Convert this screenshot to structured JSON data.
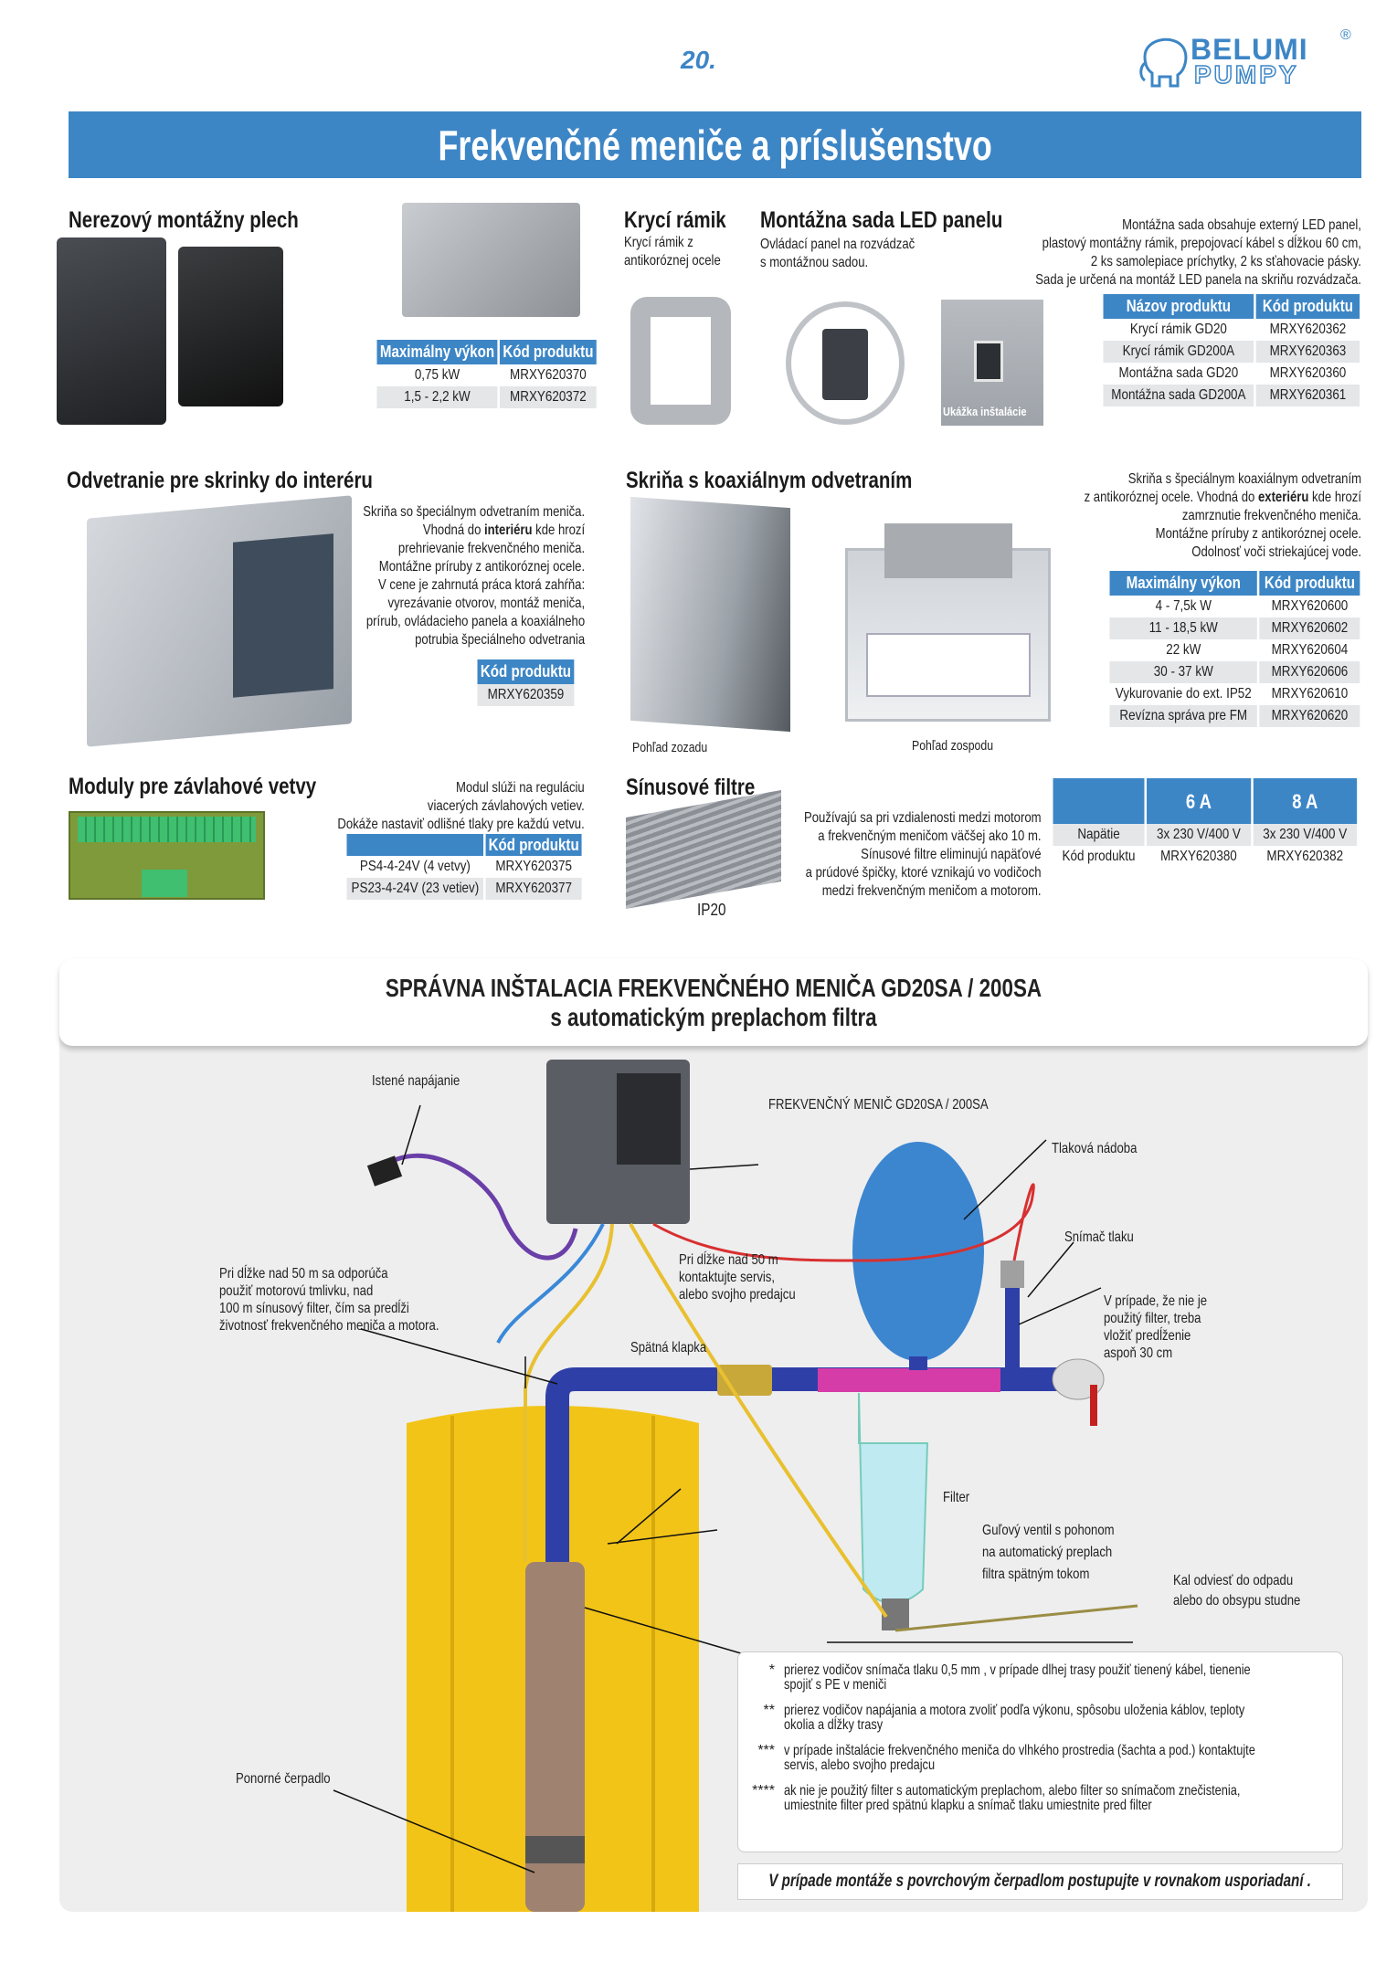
{
  "page_number": "20.",
  "logo": {
    "line1": "BELUMI",
    "line2": "PUMPY",
    "reg": "®"
  },
  "title": "Frekvenčné meniče a príslušenstvo",
  "plate": {
    "heading": "Nerezový montážny plech",
    "headers": [
      "Maximálny výkon",
      "Kód produktu"
    ],
    "rows": [
      [
        "0,75 kW",
        "MRXY620370"
      ],
      [
        "1,5 - 2,2 kW",
        "MRXY620372"
      ]
    ]
  },
  "frame": {
    "heading": "Krycí rámik",
    "desc": [
      "Krycí rámik z",
      "antikoróznej ocele"
    ]
  },
  "led": {
    "heading": "Montážna sada LED panelu",
    "desc": [
      "Ovládací panel na rozvádzač",
      "s montážnou sadou."
    ],
    "install_caption": "Ukážka inštalácie",
    "info": [
      "Montážna sada obsahuje externý LED panel,",
      "plastový montážny rámik, prepojovací kábel s dĺžkou 60 cm,",
      "2 ks samolepiace príchytky, 2 ks sťahovacie pásky.",
      "Sada je určená na montáž LED panela na skriňu rozvádzača."
    ],
    "headers": [
      "Názov produktu",
      "Kód produktu"
    ],
    "rows": [
      [
        "Krycí rámik GD20",
        "MRXY620362"
      ],
      [
        "Krycí rámik GD200A",
        "MRXY620363"
      ],
      [
        "Montážna sada GD20",
        "MRXY620360"
      ],
      [
        "Montážna sada GD200A",
        "MRXY620361"
      ]
    ]
  },
  "interior": {
    "heading": "Odvetranie pre skrinky do interéru",
    "desc": [
      "Skriňa so špeciálnym odvetraním meniča.",
      "Vhodná do |interiéru| kde hrozí",
      "prehrievanie frekvenčného meniča.",
      "Montážne príruby z antikoróznej ocele.",
      "V cene je zahrnutá práca ktorá zahŕňa:",
      "vyrezávanie otvorov, montáž meniča,",
      "prírub, ovládacieho panela a koaxiálneho",
      "potrubia špeciálneho odvetrania"
    ],
    "header": "Kód produktu",
    "code": "MRXY620359"
  },
  "coax": {
    "heading": "Skriňa s koaxiálnym odvetraním",
    "caption_back": "Pohľad zozadu",
    "caption_bottom": "Pohľad zospodu",
    "desc": [
      "Skriňa s špeciálnym koaxiálnym odvetraním",
      "z antikoróznej ocele. Vhodná do |exteriéru| kde hrozí",
      "zamrznutie frekvenčného meniča.",
      "Montážne príruby z antikoróznej ocele.",
      "Odolnosť voči striekajúcej vode."
    ],
    "headers": [
      "Maximálny výkon",
      "Kód produktu"
    ],
    "rows": [
      [
        "4 - 7,5k W",
        "MRXY620600"
      ],
      [
        "11 - 18,5 kW",
        "MRXY620602"
      ],
      [
        "22 kW",
        "MRXY620604"
      ],
      [
        "30 - 37 kW",
        "MRXY620606"
      ],
      [
        "Vykurovanie do ext. IP52",
        "MRXY620610"
      ],
      [
        "Revízna správa pre FM",
        "MRXY620620"
      ]
    ]
  },
  "modules": {
    "heading": "Moduly pre závlahové vetvy",
    "desc": [
      "Modul slúži na reguláciu",
      "viacerých závlahových vetiev.",
      "Dokáže nastaviť odlišné tlaky pre každú vetvu."
    ],
    "headers": [
      "",
      "Kód produktu"
    ],
    "rows": [
      [
        "PS4-4-24V (4 vetvy)",
        "MRXY620375"
      ],
      [
        "PS23-4-24V (23 vetiev)",
        "MRXY620377"
      ]
    ]
  },
  "sine": {
    "heading": "Sínusové filtre",
    "ip": "IP20",
    "desc": [
      "Používajú sa pri vzdialenosti medzi motorom",
      "a frekvenčným meničom väčšej ako 10 m.",
      "Sínusové filtre eliminujú napäťové",
      "a prúdové špičky, ktoré vznikajú vo vodičoch",
      "medzi frekvenčným meničom a motorom."
    ],
    "headers": [
      "",
      "6 A",
      "8 A"
    ],
    "rows": [
      [
        "Napätie",
        "3x 230 V/400 V",
        "3x 230 V/400 V"
      ],
      [
        "Kód produktu",
        "MRXY620380",
        "MRXY620382"
      ]
    ]
  },
  "install": {
    "title1": "SPRÁVNA INŠTALACIA FREKVENČNÉHO MENIČA GD20SA / 200SA",
    "title2": "s automatickým preplachom filtra",
    "labels": {
      "power": "Istené napájanie",
      "inverter": "FREKVENČNÝ MENIČ GD20SA / 200SA",
      "tank": "Tlaková nádoba",
      "sensor": "Snímač tlaku",
      "service": [
        "Pri dĺžke nad 50 m",
        "kontaktujte servis,",
        "alebo svojho predajcu"
      ],
      "choke": [
        "Pri dĺžke nad 50 m sa odporúča",
        "použiť motorovú tmlivku, nad",
        "100 m sínusový filter, čím sa predĺži",
        "životnosť frekvenčného meniča a motora."
      ],
      "nofilter": [
        "V prípade, že nie je",
        "použitý filter, treba",
        "vložiť predĺženie",
        "aspoň 30 cm"
      ],
      "check": "Spätná klapka",
      "filter": "Filter",
      "valve": [
        "Guľový ventil s pohonom",
        "na automatický preplach",
        "filtra spätným tokom"
      ],
      "sludge": [
        "Kal odviesť do odpadu",
        "alebo do obsypu studne"
      ],
      "pump": "Ponorné čerpadlo"
    },
    "notes": [
      {
        "mark": "*",
        "text": [
          "prierez vodičov snímača tlaku 0,5 mm , v prípade dlhej trasy použiť tienený kábel, tienenie",
          "spojiť s PE v meniči"
        ]
      },
      {
        "mark": "**",
        "text": [
          "prierez vodičov napájania a motora zvoliť podľa výkonu, spôsobu uloženia káblov, teploty",
          "okolia a dĺžky trasy"
        ]
      },
      {
        "mark": "***",
        "text": [
          "v prípade inštalácie frekvenčného meniča do vlhkého prostredia (šachta a pod.) kontaktujte",
          " servis, alebo svojho predajcu"
        ]
      },
      {
        "mark": "****",
        "text": [
          "ak nie je použitý filter s automatickým preplachom, alebo filter so snímačom znečistenia,",
          "umiestnite filter pred  spätnú klapku a snímač tlaku umiestnite pred filter"
        ]
      }
    ],
    "footer": "V prípade montáže s  povrchovým čerpadlom  postupujte v rovnakom usporiadaní ."
  },
  "colors": {
    "accent": "#3d86c6",
    "yellow": "#f2c418",
    "pipe": "#2f3fa8",
    "magenta": "#d63ca8"
  }
}
